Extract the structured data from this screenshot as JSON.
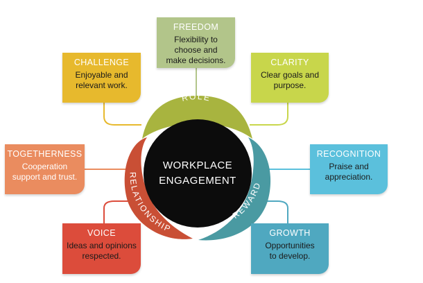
{
  "center": {
    "line1": "WORKPLACE",
    "line2": "ENGAGEMENT"
  },
  "arcs": {
    "role": "ROLE",
    "reward": "REWARD",
    "relationship": "RELATIONSHIP"
  },
  "cards": {
    "freedom": {
      "title": "FREEDOM",
      "line1": "Flexibility to",
      "line2": "choose and",
      "line3": "make decisions."
    },
    "challenge": {
      "title": "CHALLENGE",
      "line1": "Enjoyable and",
      "line2": "relevant work."
    },
    "clarity": {
      "title": "CLARITY",
      "line1": "Clear goals and",
      "line2": "purpose."
    },
    "togetherness": {
      "title": "TOGETHERNESS",
      "line1": "Cooperation",
      "line2": "support and trust."
    },
    "recognition": {
      "title": "RECOGNITION",
      "line1": "Praise and",
      "line2": "appreciation."
    },
    "voice": {
      "title": "VOICE",
      "line1": "Ideas and opinions",
      "line2": "respected."
    },
    "growth": {
      "title": "GROWTH",
      "line1": "Opportunities",
      "line2": "to develop."
    }
  },
  "colors": {
    "role": "#a8b43f",
    "reward": "#4a9aa2",
    "relationship": "#c94f35",
    "center": "#0c0c0c",
    "freedom": "#b2c58a",
    "challenge": "#e7b92d",
    "clarity": "#c8d64b",
    "togetherness": "#ea8c5f",
    "recognition": "#5bc0dc",
    "voice": "#dc4c3b",
    "growth": "#4fa8c0"
  }
}
